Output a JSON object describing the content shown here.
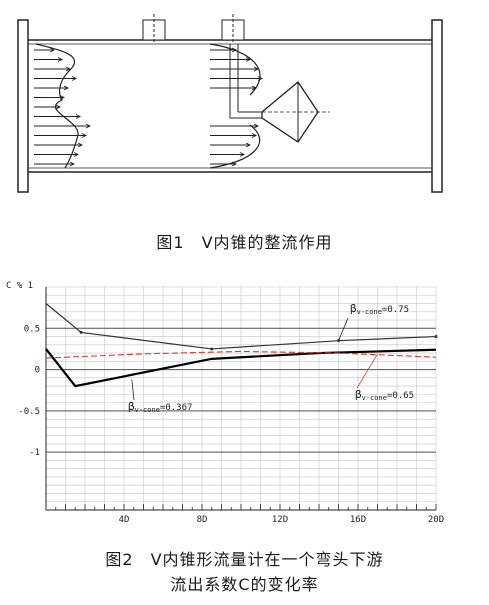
{
  "figure1": {
    "caption": "图1　V内锥的整流作用"
  },
  "figure2": {
    "caption_line1": "图2　V内锥形流量计在一个弯头下游",
    "caption_line2": "流出系数C的变化率",
    "y_axis_label": "C % 1",
    "chart_data": {
      "type": "line",
      "title": "",
      "xlabel": "",
      "ylabel": "C %",
      "x_tick_labels": [
        "4D",
        "8D",
        "12D",
        "16D",
        "20D"
      ],
      "y_tick_labels": [
        "0.5",
        "0",
        "-0.5",
        "-1"
      ],
      "xlim": [
        0,
        20
      ],
      "ylim": [
        -1.7,
        1
      ],
      "grid": true,
      "series": [
        {
          "name": "βv-cone=0.75",
          "color": "#333333",
          "x": [
            0,
            1.8,
            8.5,
            15,
            20
          ],
          "y": [
            0.8,
            0.45,
            0.25,
            0.35,
            0.4
          ]
        },
        {
          "name": "βv-cone=0.367",
          "color": "#000000",
          "x": [
            0,
            1.5,
            8.5,
            14,
            20
          ],
          "y": [
            0.25,
            -0.2,
            0.13,
            0.2,
            0.24
          ]
        },
        {
          "name": "βv-cone=0.65",
          "color": "#d63a2a",
          "x": [
            0,
            5,
            10,
            15,
            20
          ],
          "y": [
            0.14,
            0.19,
            0.22,
            0.2,
            0.15
          ]
        }
      ],
      "annotations": [
        {
          "prefix": "β",
          "sub": "v-cone",
          "value": "=0.75"
        },
        {
          "prefix": "β",
          "sub": "v-cone",
          "value": "=0.367"
        },
        {
          "prefix": "β",
          "sub": "v-cone",
          "value": "=0.65"
        }
      ]
    }
  }
}
